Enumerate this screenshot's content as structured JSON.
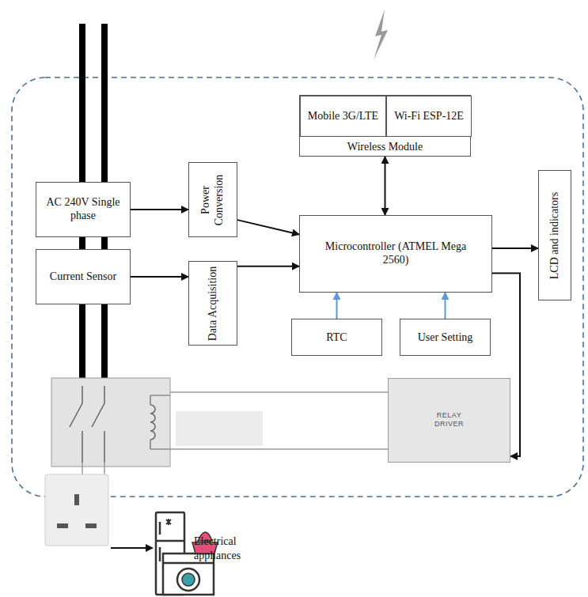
{
  "diagram": {
    "nodes": [
      {
        "text": [
          "AC 240V Single phase"
        ]
      },
      {
        "text": [
          "Power Conversion"
        ]
      },
      {
        "text": [
          "Current Sensor"
        ]
      },
      {
        "text": [
          "Data Acquisition"
        ]
      },
      {
        "text": [
          "Wireless Module"
        ]
      },
      {
        "text": [
          "Mobile 3G/LTE"
        ],
        "in": 4
      },
      {
        "text": [
          "Wi-Fi ESP-12E"
        ],
        "in": 4
      },
      {
        "text": [
          "Microcontroller (ATMEL Mega 2560)"
        ]
      },
      {
        "text": [
          "RTC"
        ]
      },
      {
        "text": [
          "User Setting"
        ]
      },
      {
        "text": [
          "LCD and indicators"
        ]
      },
      {
        "text": [
          "RELAY DRIVER"
        ]
      }
    ],
    "edges": [
      {
        "from": 0,
        "to": 1,
        "arrow": "to"
      },
      {
        "from": 1,
        "to": 7,
        "arrow": "to"
      },
      {
        "from": 2,
        "to": 3,
        "arrow": "to"
      },
      {
        "from": 3,
        "to": 7,
        "arrow": "to"
      },
      {
        "from": 4,
        "to": 7,
        "arrow": "both"
      },
      {
        "from": 7,
        "to": 10,
        "arrow": "to"
      },
      {
        "from": 8,
        "to": 7,
        "arrow": "to"
      },
      {
        "from": 9,
        "to": 7,
        "arrow": "to"
      },
      {
        "from": 7,
        "to": 11,
        "arrow": "to"
      }
    ],
    "labels": [
      "Electrical appliances"
    ]
  }
}
